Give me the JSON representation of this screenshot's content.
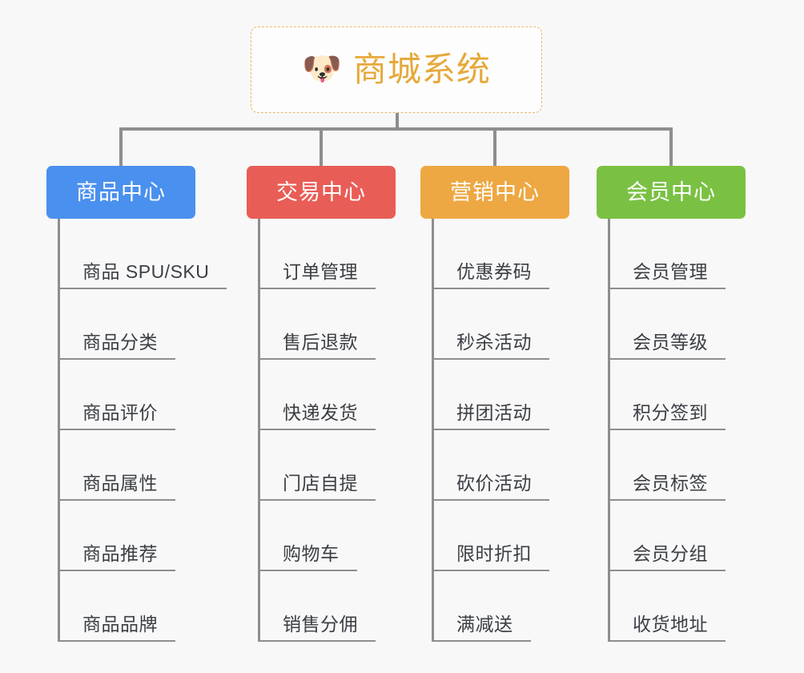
{
  "diagram": {
    "type": "organization-tree",
    "background_color": "#f8f8f8",
    "connector_color": "#8e8e8e",
    "root": {
      "icon": "shiba-dog-face-icon",
      "icon_glyph": "🐶",
      "title": "商城系统",
      "text_color": "#e5a93b",
      "border_color": "#e8b86a",
      "border_style": "dashed",
      "background": "#fdfdfd"
    },
    "categories": [
      {
        "id": "product-center",
        "label": "商品中心",
        "color": "#4a90ee",
        "label_color": "#ffffff",
        "items": [
          "商品 SPU/SKU",
          "商品分类",
          "商品评价",
          "商品属性",
          "商品推荐",
          "商品品牌"
        ]
      },
      {
        "id": "trade-center",
        "label": "交易中心",
        "color": "#e95d57",
        "label_color": "#ffffff",
        "items": [
          "订单管理",
          "售后退款",
          "快递发货",
          "门店自提",
          "购物车",
          "销售分佣"
        ]
      },
      {
        "id": "marketing-center",
        "label": "营销中心",
        "color": "#eda843",
        "label_color": "#ffffff",
        "items": [
          "优惠券码",
          "秒杀活动",
          "拼团活动",
          "砍价活动",
          "限时折扣",
          "满减送"
        ]
      },
      {
        "id": "member-center",
        "label": "会员中心",
        "color": "#7ac143",
        "label_color": "#ffffff",
        "items": [
          "会员管理",
          "会员等级",
          "积分签到",
          "会员标签",
          "会员分组",
          "收货地址"
        ]
      }
    ]
  }
}
